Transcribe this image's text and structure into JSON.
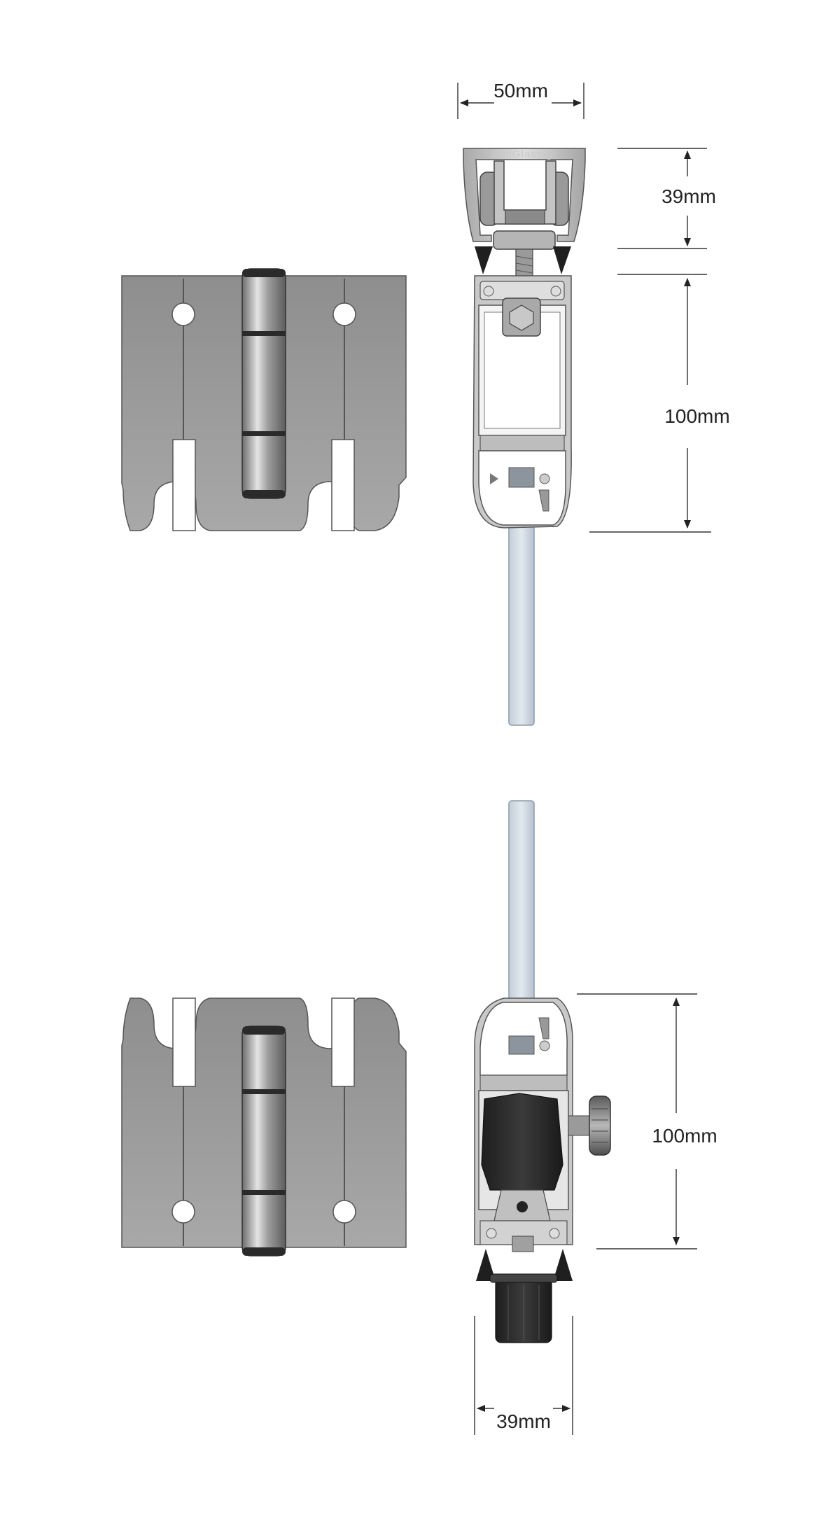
{
  "top_assembly": {
    "dimensions": {
      "width_label": "50mm",
      "track_height_label": "39mm",
      "profile_height_label": "100mm"
    },
    "brand_mark": "wallGlass.gr"
  },
  "bottom_assembly": {
    "dimensions": {
      "profile_height_label": "100mm",
      "width_label": "39mm"
    }
  },
  "colors": {
    "hinge_plate": "#9a9a9a",
    "hinge_barrel": "#b0b0b0",
    "aluminium_profile": "#c8c8c8",
    "glass_panel": "#d4dde6",
    "rubber_block": "#2f2f2f",
    "dimension_line": "#333333"
  }
}
